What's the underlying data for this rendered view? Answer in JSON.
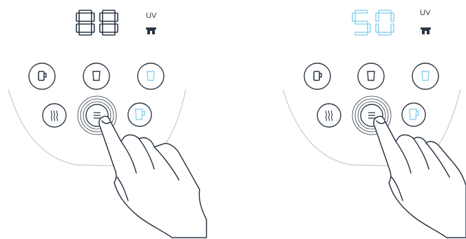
{
  "colors": {
    "outline": "#2a3644",
    "accent": "#8fd3ee",
    "panel_curve": "#c8c8c8",
    "segment_off": "#2a3644"
  },
  "panels": [
    {
      "display": {
        "digits": [
          "8",
          "8"
        ],
        "lit": false
      },
      "uv": {
        "label": "UV",
        "icon": "uv-lamp-icon"
      },
      "buttons": [
        {
          "name": "mug-icon",
          "active": false
        },
        {
          "name": "glass-icon",
          "active": false
        },
        {
          "name": "cup-icon",
          "active": true
        },
        {
          "name": "hot-water-icon",
          "active": false
        },
        {
          "name": "menu-icon",
          "active": false,
          "pressed": true
        },
        {
          "name": "jug-icon",
          "active": true
        }
      ]
    },
    {
      "display": {
        "digits": [
          "5",
          "0"
        ],
        "lit": true
      },
      "uv": {
        "label": "UV",
        "icon": "uv-lamp-icon"
      },
      "buttons": [
        {
          "name": "mug-icon",
          "active": false
        },
        {
          "name": "glass-icon",
          "active": false
        },
        {
          "name": "cup-icon",
          "active": true
        },
        {
          "name": "hot-water-icon",
          "active": false
        },
        {
          "name": "menu-icon",
          "active": false,
          "pressed": true
        },
        {
          "name": "jug-icon",
          "active": true
        }
      ]
    }
  ]
}
